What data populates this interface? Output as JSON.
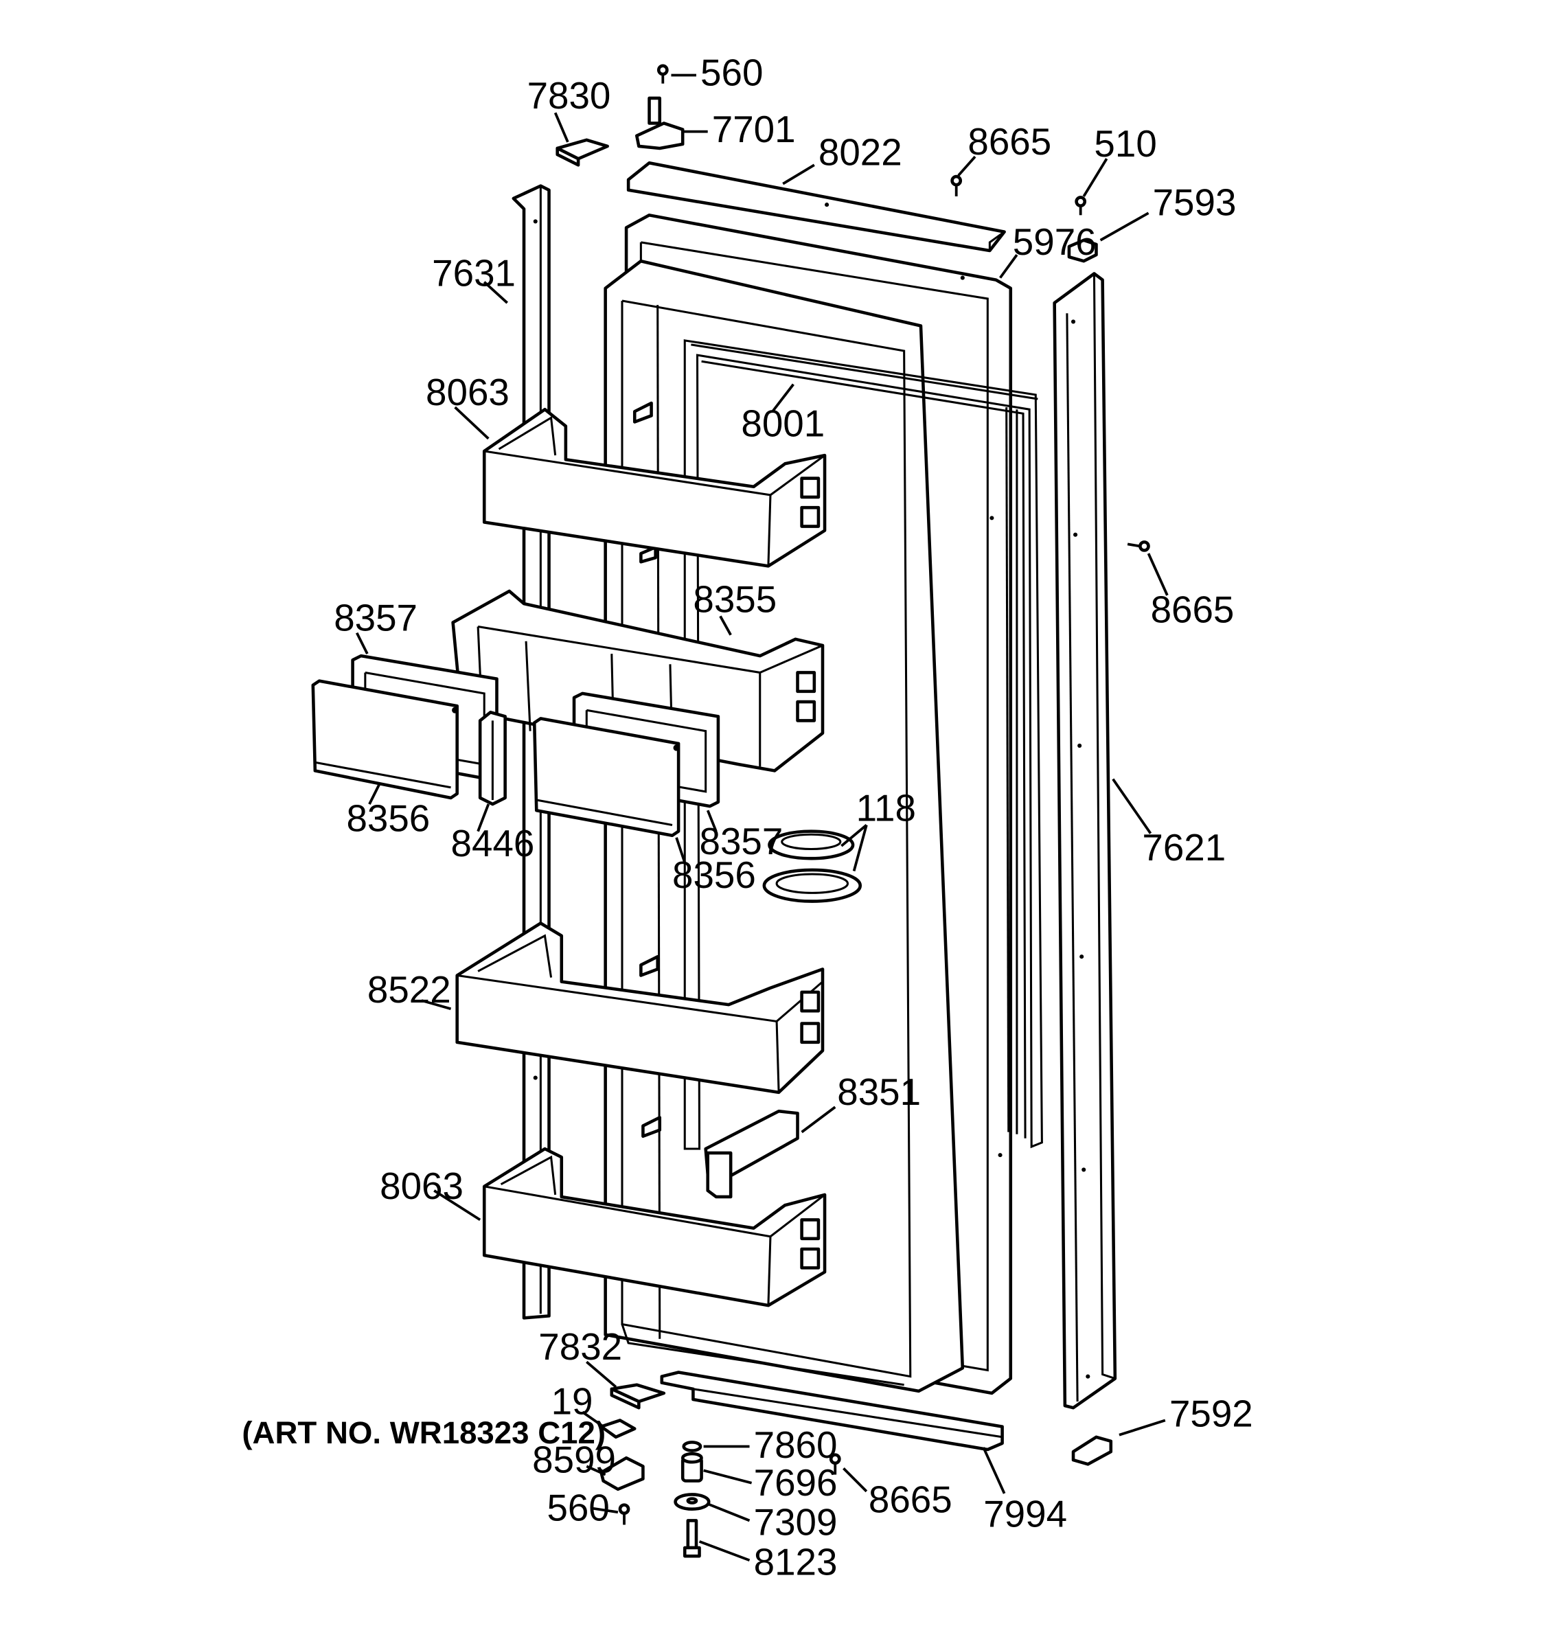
{
  "art_number": "(ART NO. WR18323 C12)",
  "callouts": {
    "c560_top": "560",
    "c7830": "7830",
    "c7701": "7701",
    "c8022": "8022",
    "c8665_top": "8665",
    "c510": "510",
    "c7593": "7593",
    "c5976": "5976",
    "c7631": "7631",
    "c8063_top": "8063",
    "c8001": "8001",
    "c8665_right": "8665",
    "c8357_left": "8357",
    "c8355": "8355",
    "c8356_left": "8356",
    "c8446": "8446",
    "c8357_right": "8357",
    "c8356_right": "8356",
    "c118": "118",
    "c7621": "7621",
    "c8522": "8522",
    "c8351": "8351",
    "c8063_bottom": "8063",
    "c7832": "7832",
    "c19": "19",
    "c7592": "7592",
    "c7860": "7860",
    "c8599": "8599",
    "c7696": "7696",
    "c8665_bottom": "8665",
    "c7994": "7994",
    "c560_bottom": "560",
    "c7309": "7309",
    "c8123": "8123"
  }
}
